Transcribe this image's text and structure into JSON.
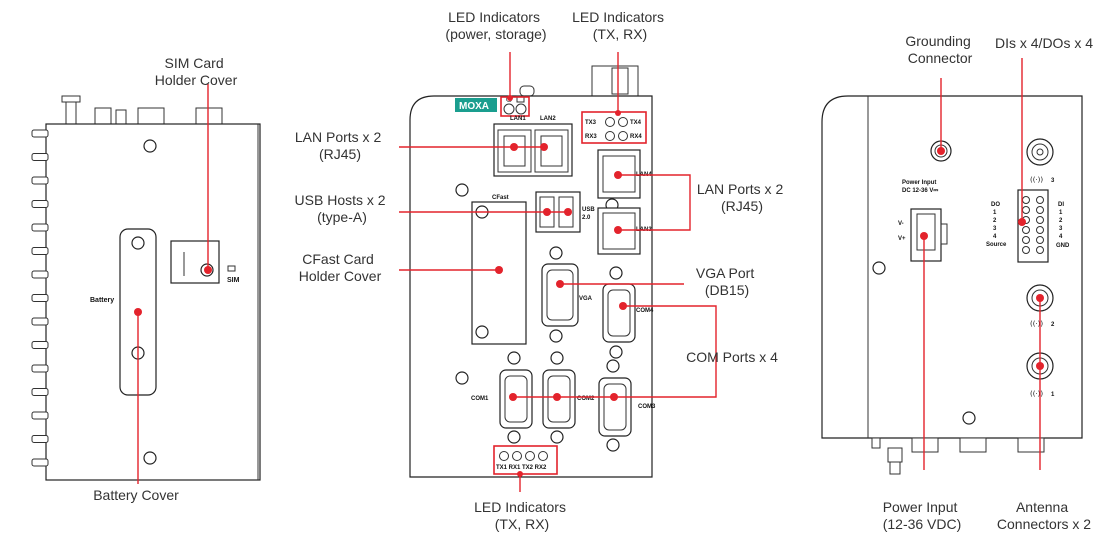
{
  "labels": {
    "sim_cover": [
      "SIM Card",
      "Holder Cover"
    ],
    "battery_cover": [
      "Battery Cover"
    ],
    "led_power": [
      "LED Indicators",
      "(power, storage)"
    ],
    "led_txrx_top": [
      "LED Indicators",
      "(TX, RX)"
    ],
    "lan_left": [
      "LAN Ports x 2",
      "(RJ45)"
    ],
    "usb": [
      "USB Hosts x 2",
      "(type-A)"
    ],
    "cfast": [
      "CFast Card",
      "Holder Cover"
    ],
    "lan_right": [
      "LAN Ports x 2",
      "(RJ45)"
    ],
    "vga": [
      "VGA Port",
      "(DB15)"
    ],
    "com": [
      "COM Ports x 4"
    ],
    "led_txrx_bottom": [
      "LED Indicators",
      "(TX, RX)"
    ],
    "grounding": [
      "Grounding",
      "Connector"
    ],
    "dio": [
      "DIs x 4/DOs x 4"
    ],
    "power_input": [
      "Power Input",
      "(12-36 VDC)"
    ],
    "antenna": [
      "Antenna",
      "Connectors x 2"
    ]
  },
  "device_text": {
    "battery": "Battery",
    "sim": "SIM",
    "moxa": "MOXA",
    "lan1": "LAN1",
    "lan2": "LAN2",
    "lan3": "LAN3",
    "lan4": "LAN4",
    "tx3": "TX3",
    "tx4": "TX4",
    "rx3": "RX3",
    "rx4": "RX4",
    "usb": [
      "USB",
      "2.0"
    ],
    "cfast": "CFast",
    "vga": "VGA",
    "com1": "COM1",
    "com2": "COM2",
    "com3": "COM3",
    "com4": "COM4",
    "bottom_leds": "TX1 RX1 TX2 RX2",
    "power_input": [
      "Power Input",
      "DC 12-36 V⎓"
    ],
    "v_minus": "V-",
    "v_plus": "V+",
    "do": "DO",
    "di": "DI",
    "dio_numbers": [
      "1",
      "2",
      "3",
      "4"
    ],
    "source": "Source",
    "gnd": "GND",
    "antenna_3": "3",
    "antenna_2": "2",
    "antenna_1": "1"
  },
  "colors": {
    "accent": "#e3232c",
    "outline": "#222222",
    "moxa_logo": "#1a9e8f"
  }
}
